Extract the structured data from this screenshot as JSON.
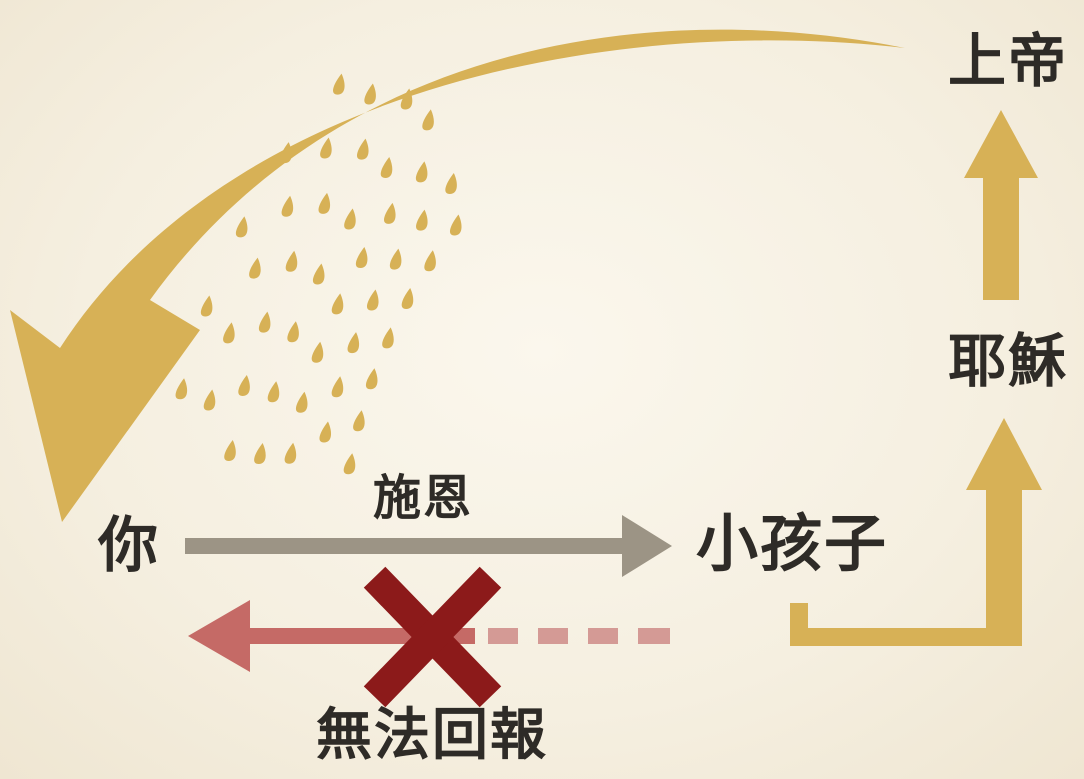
{
  "colors": {
    "background": "#f6f0e2",
    "gold": "#d7b156",
    "gray_arrow": "#9c9485",
    "red_arrow": "#c56a66",
    "cross": "#8c1a1a",
    "text": "#2e2b27"
  },
  "nodes": {
    "god": "上帝",
    "jesus": "耶穌",
    "you": "你",
    "child": "小孩子"
  },
  "edges": {
    "grace": "施恩",
    "cannot_repay": "無法回報"
  },
  "icons": {
    "cross": "cross-x-icon",
    "droplets": "raindrop-icon"
  }
}
